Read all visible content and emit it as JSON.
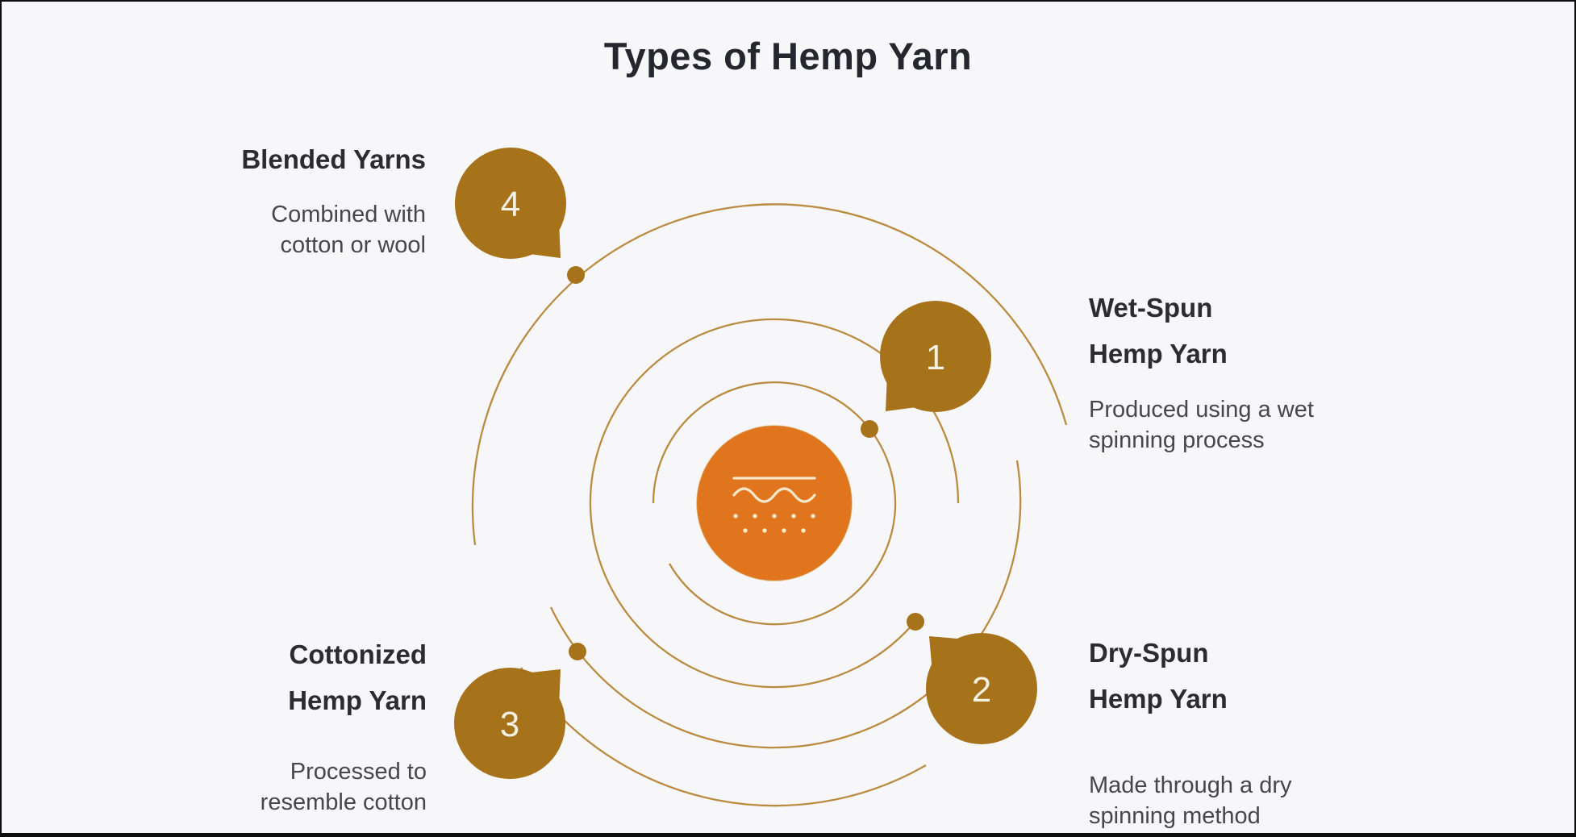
{
  "page": {
    "title": "Types of Hemp Yarn"
  },
  "colors": {
    "background": "#F7F7F9",
    "bubble_brown": "#A6731B",
    "orbit_gold": "#BA8C42",
    "center_orange": "#E1751D",
    "heading_text": "#2b2b31",
    "body_text": "#46464c"
  },
  "center": {
    "icon": "fabric-texture-icon"
  },
  "items": [
    {
      "number": "1",
      "title_lines": [
        "Wet-Spun",
        "Hemp Yarn"
      ],
      "desc_lines": [
        "Produced using a wet",
        "spinning process"
      ]
    },
    {
      "number": "2",
      "title_lines": [
        "Dry-Spun",
        "Hemp Yarn"
      ],
      "desc_lines": [
        "Made through a dry",
        "spinning method"
      ]
    },
    {
      "number": "3",
      "title_lines": [
        "Cottonized",
        "Hemp Yarn"
      ],
      "desc_lines": [
        "Processed to",
        "resemble cotton"
      ]
    },
    {
      "number": "4",
      "title_lines": [
        "Blended Yarns"
      ],
      "desc_lines": [
        "Combined with",
        "cotton or wool"
      ]
    }
  ]
}
